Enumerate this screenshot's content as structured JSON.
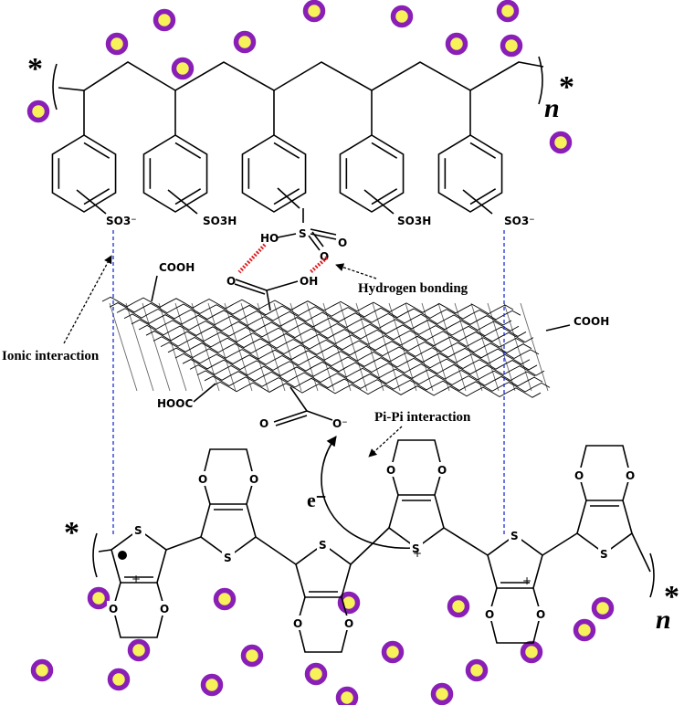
{
  "diagram": {
    "labels": {
      "star": "*",
      "n": "n",
      "so3_minus_left": "SO3⁻",
      "so3h_1": "SO3H",
      "so3h_2": "SO3H",
      "so3_minus_right": "SO3⁻",
      "ho_sulfonic": "HO",
      "s_sulfonic": "S",
      "o1_sulfonic": "O",
      "o2_sulfonic": "O",
      "cooh_top": "COOH",
      "cooh_right": "COOH",
      "hooc_left": "HOOC",
      "carboxyl_o": "O",
      "carboxyl_oh": "OH",
      "carboxylate_o": "O",
      "carboxylate_ominus": "O⁻",
      "ionic_interaction": "Ionic interaction",
      "hydrogen_bonding": "Hydrogen bonding",
      "pipi_interaction": "Pi-Pi interaction",
      "electron": "e⁻",
      "sulfur": "S",
      "oxygen": "O",
      "plus": "+"
    },
    "colors": {
      "ion_fill": "#f7f25a",
      "ion_ring": "#8a1fb8",
      "hbond": "#e0191e",
      "ionic_link": "#1a2fd6"
    }
  }
}
